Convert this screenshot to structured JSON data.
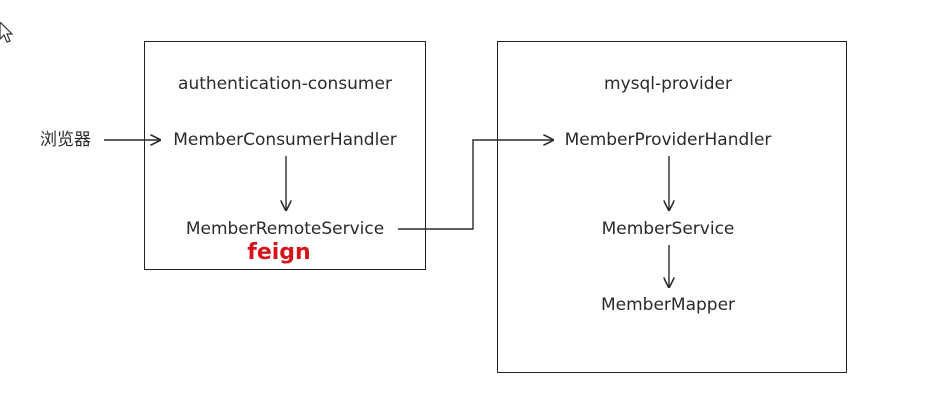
{
  "diagram": {
    "left_box": {
      "title": "authentication-consumer",
      "handler": "MemberConsumerHandler",
      "remote_service": "MemberRemoteService",
      "annotation": "feign",
      "annotation_color": "#d4141c"
    },
    "right_box": {
      "title": "mysql-provider",
      "handler": "MemberProviderHandler",
      "service": "MemberService",
      "mapper": "MemberMapper"
    },
    "entry_label": "浏览器",
    "line_color": "#2a2a2a"
  },
  "icons": {
    "cursor": "mouse-pointer-icon"
  }
}
